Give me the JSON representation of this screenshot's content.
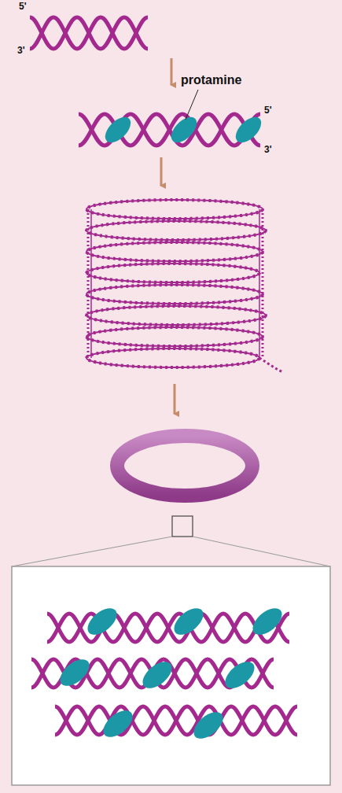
{
  "diagram": {
    "labels": [
      "5'",
      "3'",
      "protamine",
      "5'",
      "3'"
    ]
  }
}
